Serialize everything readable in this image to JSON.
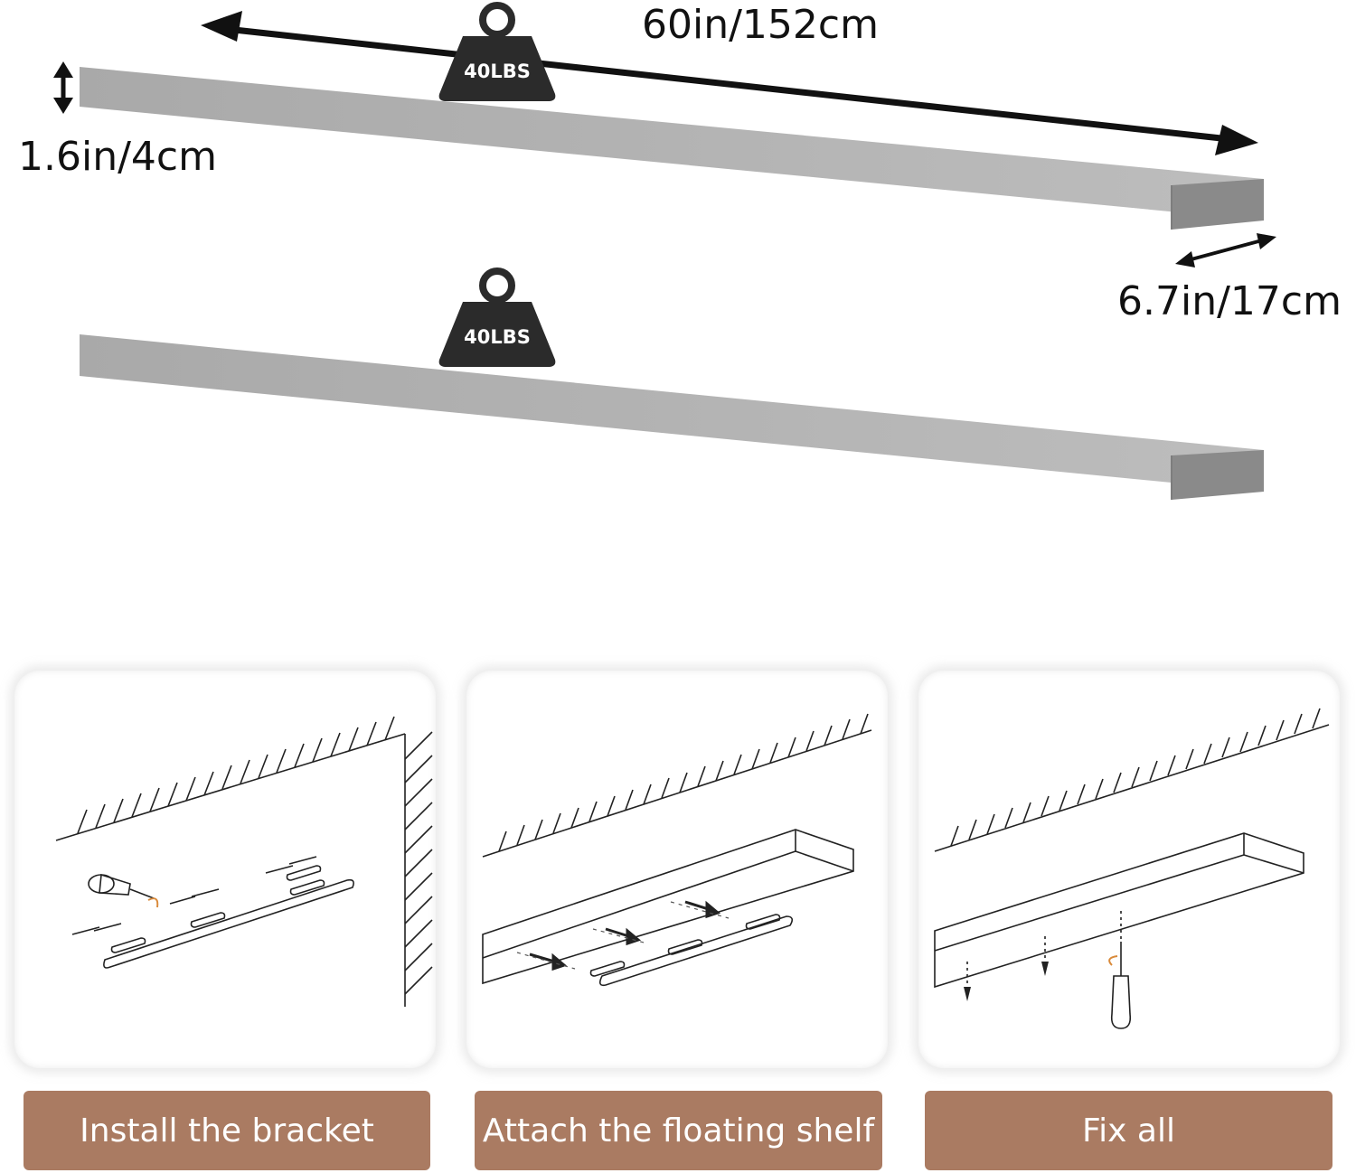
{
  "dimensions": {
    "length": "60in/152cm",
    "height": "1.6in/4cm",
    "depth": "6.7in/17cm"
  },
  "shelves": [
    {
      "weight_label": "40LBS"
    },
    {
      "weight_label": "40LBS"
    }
  ],
  "steps": [
    {
      "label": "Install the bracket"
    },
    {
      "label": "Attach the floating shelf"
    },
    {
      "label": "Fix all"
    }
  ],
  "colors": {
    "shelf_top": "#b3b3b3",
    "shelf_front": "#8c8c8c",
    "weight": "#2b2b2b",
    "step_button": "#aa7b62"
  }
}
